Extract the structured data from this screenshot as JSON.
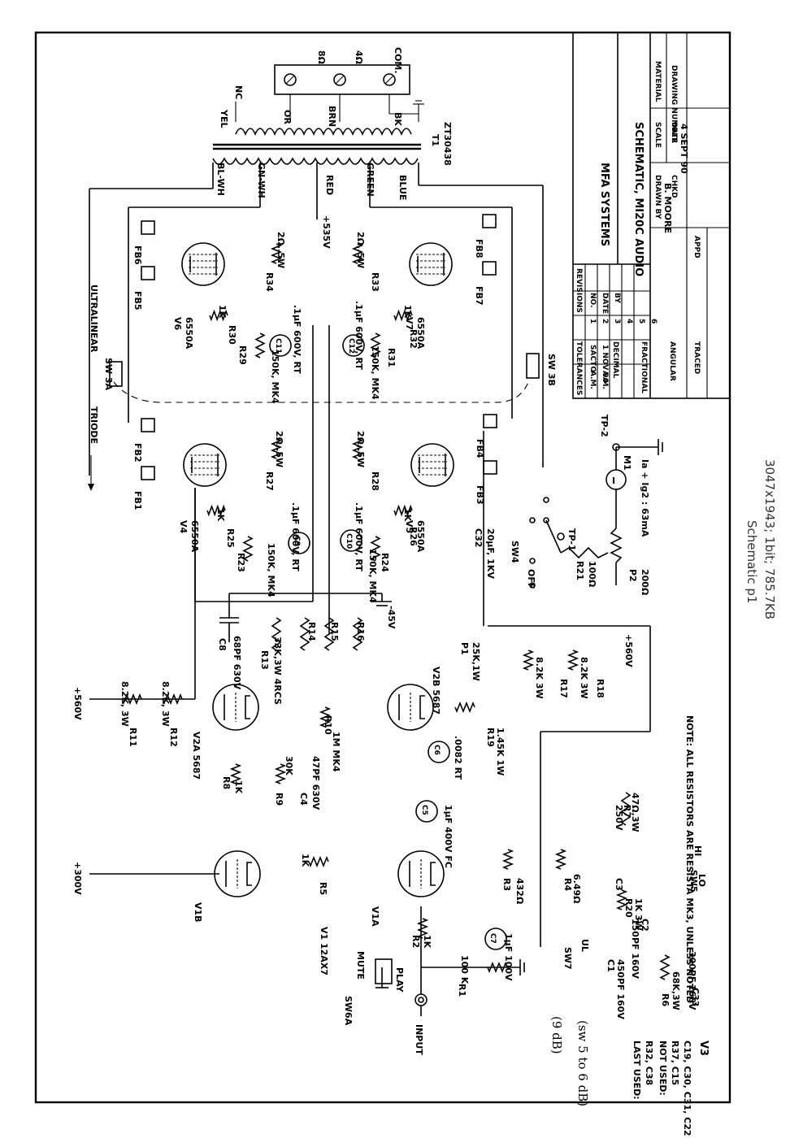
{
  "caption": {
    "title": "Schematic p1",
    "info": "3047x1943; 1bit; 785.7KB"
  },
  "title_block": {
    "company": "MFA SYSTEMS",
    "title": "SCHEMATIC, MI20C AUDIO",
    "drawn_by_label": "DRAWN BY",
    "drawn_by": "B. MOORE",
    "date_label": "DATE",
    "date": "4 SEPT 90",
    "scale_label": "SCALE",
    "material_label": "MATERIAL",
    "drawing_number_label": "DRAWING NUMBER",
    "checked_label": "CHKD",
    "approved_label": "APPD",
    "traced_label": "TRACED",
    "tolerances_label": "TOLERANCES",
    "decimal_label": "DECIMAL",
    "fractional_label": "FRACTIONAL",
    "angular_label": "ANGULAR",
    "revisions_label": "REVISIONS",
    "rev_cols": [
      "NO.",
      "DATE",
      "BY"
    ],
    "rev_rows": [
      [
        "1",
        "SACTO",
        "A.M."
      ],
      [
        "2",
        "1 NOV 90",
        "A.M."
      ],
      [
        "3",
        "",
        ""
      ],
      [
        "4",
        "",
        ""
      ],
      [
        "5",
        "",
        ""
      ],
      [
        "6",
        "",
        ""
      ]
    ]
  },
  "transformer": {
    "ref": "T1",
    "part": "ZT30438",
    "taps": [
      "8Ω",
      "4Ω",
      "COM."
    ],
    "leads": [
      "YEL",
      "NC",
      "OR",
      "BRN",
      "BK",
      "BL-WH",
      "GN-WH",
      "RED",
      "GREEN",
      "BLUE"
    ]
  },
  "rails": {
    "b535": "+535V",
    "b560a": "+560V",
    "b560b": "+560V",
    "b300": "+300V",
    "neg45": "-45V"
  },
  "tubes": {
    "v4": {
      "ref": "V4",
      "type": "6550A"
    },
    "v5": {
      "ref": "V5",
      "type": "6550A"
    },
    "v6": {
      "ref": "V6",
      "type": "6550A"
    },
    "v7": {
      "ref": "V7",
      "type": "6550A"
    },
    "v2a": {
      "ref": "V2A",
      "type": "5687"
    },
    "v2b": {
      "ref": "V2B",
      "type": "5687"
    },
    "v1": {
      "ref": "V1",
      "type": "12AX7"
    },
    "v1a": "V1A",
    "v1b": "V1B"
  },
  "switches": {
    "triode": "TRIODE",
    "ultralinear": "ULTRALINEAR",
    "sw3a": "SW 3A",
    "sw3b": "SW 3B",
    "sw4": "SW4",
    "sw5": "SW5",
    "sw6a": "SW6A",
    "sw7": "SW7",
    "mute": "MUTE",
    "play": "PLAY",
    "off": "OFF",
    "ul": "UL",
    "hi": "HI",
    "lo": "LO"
  },
  "parts": {
    "fb1": "FB1",
    "fb2": "FB2",
    "fb3": "FB3",
    "fb4": "FB4",
    "fb5": "FB5",
    "fb6": "FB6",
    "fb7": "FB7",
    "fb8": "FB8",
    "r34": "R34",
    "r34v": "2Ω,.5W",
    "r33": "R33",
    "r33v": "2Ω,.5W",
    "r27": "R27",
    "r27v": "2Ω,.5W",
    "r28": "R28",
    "r28v": "2Ω,.5W",
    "r30": "R30",
    "r30v": "1K",
    "r32": "R32",
    "r32v": "1K",
    "r25": "R25",
    "r25v": "1K",
    "r26": "R26",
    "r26v": "1K",
    "r29": "R29",
    "r29v": "150K, MK4",
    "r31": "R31",
    "r31v": "150K, MK4",
    "r23": "R23",
    "r23v": "150K, MK4",
    "r24": "R24",
    "r24v": "150K, MK4",
    "c11": "C11",
    "c11v": ".1µF 600V, RT",
    "c12": "C12",
    "c12v": ".1µF 600V, RT",
    "c9": "C9",
    "c9v": ".1µF 600V, RT",
    "c10": "C10",
    "c10v": ".1µF 600V, RT",
    "c32": "C32",
    "c32v": "20µF, 1KV",
    "r11": "R11",
    "r11v": "8.2K, 3W",
    "r12": "R12",
    "r12v": "8.2K, 3W",
    "c8": "C8",
    "c8v": "68PF 630V",
    "r13": "R13",
    "r13v": "33K,3W 4RCS",
    "r14": "R14",
    "r15": "R15",
    "r16": "R16",
    "p1": "P1",
    "p1v": "25K,1W",
    "r17": "R17",
    "r17v": "8.2K 3W",
    "r18": "R18",
    "r18v": "8.2K 3W",
    "r19": "R19",
    "r19v": "1.45K 1W",
    "r10": "R10",
    "r10v": "1M MK4",
    "r8": "R8",
    "r8v": "1K",
    "r9": "R9",
    "r9v": "30K",
    "c4": "C4",
    "c4v": "47PF 630V",
    "c6": "C6",
    "c6v": ".0082 RT",
    "c5": "C5",
    "c5v": "1µF 400V FC",
    "r5": "R5",
    "r5v": "1K",
    "r3": "R3",
    "r3v": "432Ω",
    "r4": "R4",
    "r4v": "6.49Ω",
    "r7": "R7",
    "r7v": "47Ω,3W",
    "c3": "C3",
    "c3v": "250V",
    "r20": "R20",
    "r20v": "1K 3W",
    "c7": "C7",
    "c7v": "1µF 100V",
    "c1": "C1",
    "c1v": "450PF 160V",
    "c2": "C2",
    "c2v": "150PF 160V",
    "r6": "R6",
    "r6v": "68K,3W",
    "c33": "C33",
    "c33v": "300PF,160V",
    "r2": "R2",
    "r2v": "1K",
    "r1": "R1",
    "r1v": "100 K",
    "r21": "R21",
    "r21v": "100Ω",
    "p2": "P2",
    "p2v": "200Ω",
    "m1": "M1",
    "tp1": "TP-1",
    "tp2": "TP-2",
    "meter_note": "Ia + Ig2 : 63mA",
    "input": "INPUT"
  },
  "notes": {
    "resistors": "NOTE: ALL RESISTORS ARE RESISTA MK3, UNLESS NOTED",
    "last_used_label": "LAST USED:",
    "last_used": "R32, C38",
    "not_used_label": "NOT USED:",
    "not_used1": "R37, C15",
    "not_used2": "C19, C30, C31, C22",
    "hand1": "(9 dB)",
    "hand2": "(sw 5 to 6 dB)",
    "vb": "V3"
  }
}
